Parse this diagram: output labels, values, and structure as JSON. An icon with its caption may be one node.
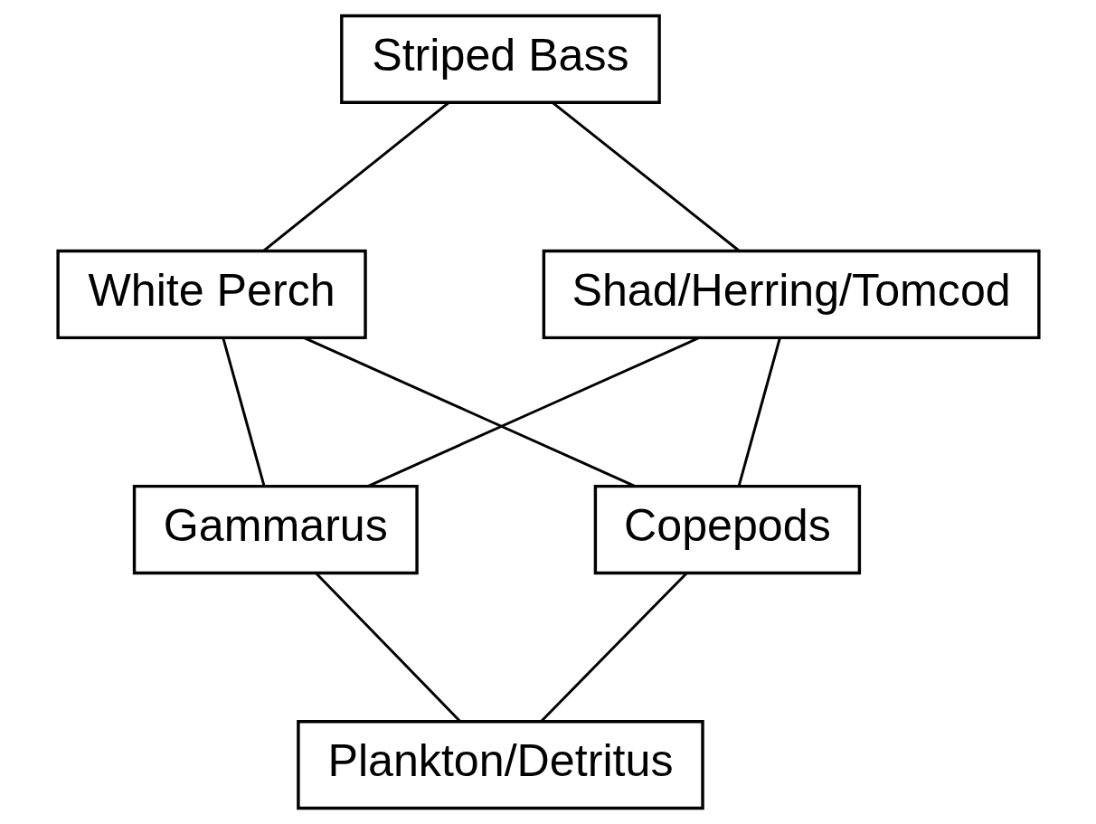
{
  "diagram": {
    "nodes": [
      {
        "text": [
          "Striped Bass"
        ]
      },
      {
        "text": [
          "White Perch"
        ]
      },
      {
        "text": [
          "Shad/Herring/Tomcod"
        ]
      },
      {
        "text": [
          "Gammarus"
        ]
      },
      {
        "text": [
          "Copepods"
        ]
      },
      {
        "text": [
          "Plankton/Detritus"
        ]
      }
    ],
    "edges": [
      {
        "from": 0,
        "to": 1,
        "arrow": "none"
      },
      {
        "from": 0,
        "to": 2,
        "arrow": "none"
      },
      {
        "from": 1,
        "to": 3,
        "arrow": "none"
      },
      {
        "from": 1,
        "to": 4,
        "arrow": "none"
      },
      {
        "from": 2,
        "to": 3,
        "arrow": "none"
      },
      {
        "from": 2,
        "to": 4,
        "arrow": "none"
      },
      {
        "from": 3,
        "to": 5,
        "arrow": "none"
      },
      {
        "from": 4,
        "to": 5,
        "arrow": "none"
      }
    ]
  }
}
